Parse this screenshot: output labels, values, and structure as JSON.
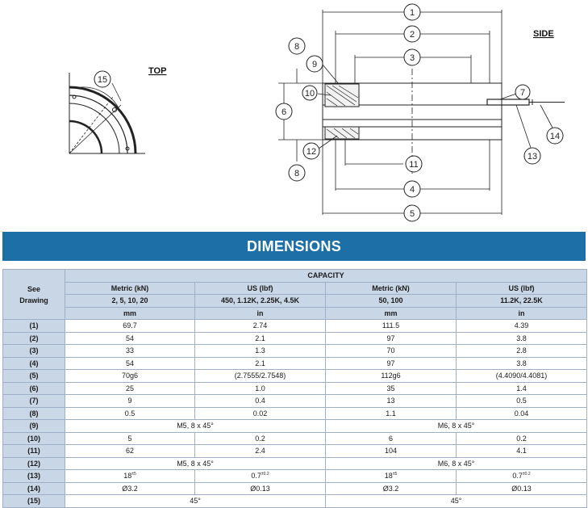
{
  "drawing": {
    "top_label": "TOP",
    "side_label": "SIDE",
    "callouts": [
      "1",
      "2",
      "3",
      "4",
      "5",
      "6",
      "7",
      "8",
      "9",
      "10",
      "11",
      "12",
      "13",
      "14",
      "15"
    ]
  },
  "banner": {
    "title": "DIMENSIONS"
  },
  "table": {
    "see_drawing": "See Drawing",
    "capacity": "CAPACITY",
    "columns": [
      {
        "system": "Metric (kN)",
        "capacities": "2, 5, 10, 20",
        "unit": "mm"
      },
      {
        "system": "US (lbf)",
        "capacities": "450, 1.12K, 2.25K, 4.5K",
        "unit": "in"
      },
      {
        "system": "Metric (kN)",
        "capacities": "50, 100",
        "unit": "mm"
      },
      {
        "system": "US (lbf)",
        "capacities": "11.2K, 22.5K",
        "unit": "in"
      }
    ],
    "rows": [
      {
        "label": "(1)",
        "cells": [
          "69.7",
          "2.74",
          "111.5",
          "4.39"
        ]
      },
      {
        "label": "(2)",
        "cells": [
          "54",
          "2.1",
          "97",
          "3.8"
        ]
      },
      {
        "label": "(3)",
        "cells": [
          "33",
          "1.3",
          "70",
          "2.8"
        ]
      },
      {
        "label": "(4)",
        "cells": [
          "54",
          "2.1",
          "97",
          "3.8"
        ]
      },
      {
        "label": "(5)",
        "cells": [
          "70g6",
          "(2.7555/2.7548)",
          "112g6",
          "(4.4090/4.4081)"
        ]
      },
      {
        "label": "(6)",
        "cells": [
          "25",
          "1.0",
          "35",
          "1.4"
        ]
      },
      {
        "label": "(7)",
        "cells": [
          "9",
          "0.4",
          "13",
          "0.5"
        ]
      },
      {
        "label": "(8)",
        "cells": [
          "0.5",
          "0.02",
          "1.1",
          "0.04"
        ]
      },
      {
        "label": "(9)",
        "spans": [
          "M5, 8 x 45°",
          "M6, 8 x 45°"
        ]
      },
      {
        "label": "(10)",
        "cells": [
          "5",
          "0.2",
          "6",
          "0.2"
        ]
      },
      {
        "label": "(11)",
        "cells": [
          "62",
          "2.4",
          "104",
          "4.1"
        ]
      },
      {
        "label": "(12)",
        "spans": [
          "M5, 8 x 45°",
          "M6, 8 x 45°"
        ]
      },
      {
        "label": "(13)",
        "cells": [
          "18",
          "0.7",
          "18",
          "0.7"
        ],
        "sups": [
          "±5",
          "±0.2",
          "±5",
          "±0.2"
        ]
      },
      {
        "label": "(14)",
        "cells": [
          "Ø3.2",
          "Ø0.13",
          "Ø3.2",
          "Ø0.13"
        ]
      },
      {
        "label": "(15)",
        "spans": [
          "45°",
          "45°"
        ]
      }
    ]
  }
}
